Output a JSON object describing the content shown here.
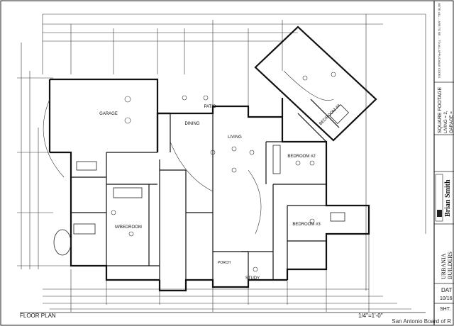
{
  "title_block": {
    "notes_text": "NOTE: ALL ... ARE TO BE ... TO ALL APPLICABLE CODES",
    "square_footage_heading": "SQUARE FOOTAGE",
    "living": "LIVING = 2,",
    "garage": "GARAGE =",
    "builder_name": "Brian Smith",
    "company_line1": "URBANIA",
    "company_line2": "BUILDERS",
    "date_label": "DAT",
    "date_value": "10/16",
    "sheet_label": "SHT."
  },
  "rooms": {
    "garage": "GARAGE",
    "patio": "PATIO",
    "dining": "DINING",
    "living": "LIVING",
    "bedroom_top": "BEDROOM #2",
    "bedroom_mid": "BEDROOM #3",
    "bedroom_right": "BEDROOM #4",
    "master_bedroom": "M/BEDROOM",
    "study": "STUDY",
    "porch": "PORCH"
  },
  "footer": {
    "plan_title": "FLOOR PLAN",
    "scale": "1/4\"=1'-0\"",
    "watermark": "San Antonio Board of R"
  }
}
